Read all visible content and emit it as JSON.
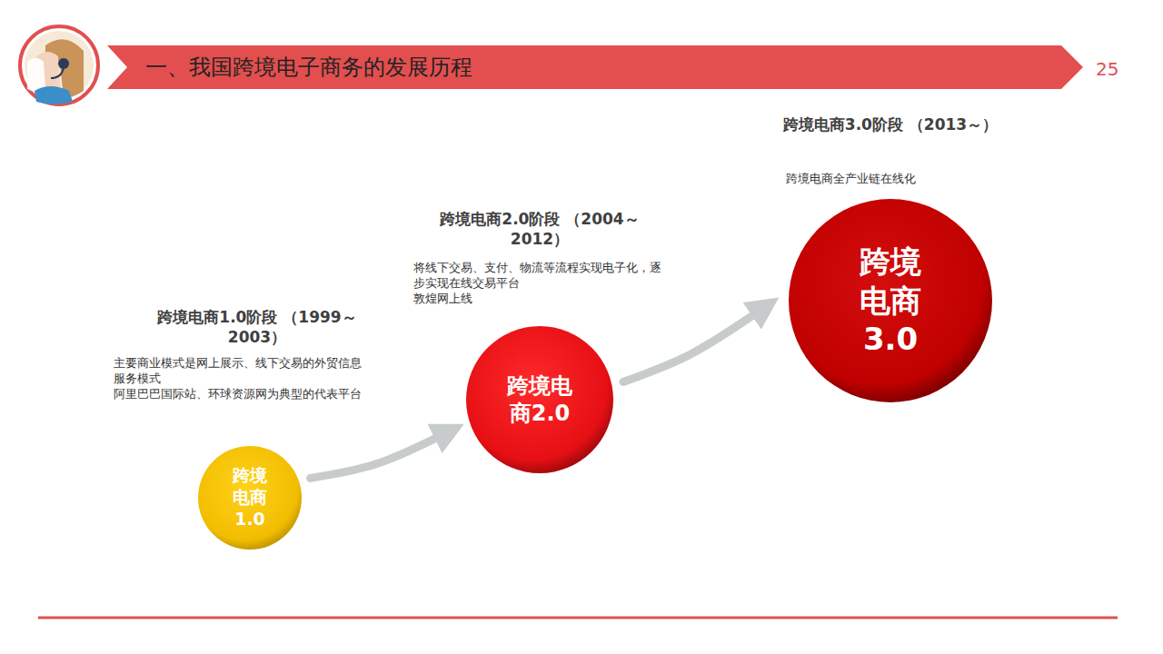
{
  "diagram": {
    "title": "一、我国跨境电子商务的发展历程",
    "nodes": [
      {
        "text": [
          "跨境电商1.0",
          "跨境电商1.0阶段 （1999～2003）",
          "主要商业模式是网上展示、线下交易的外贸信息服务模式",
          "阿里巴巴国际站、环球资源网为典型的代表平台"
        ]
      },
      {
        "text": [
          "跨境电商2.0",
          "跨境电商2.0阶段 （2004～2012）",
          "将线下交易、支付、物流等流程实现电子化，逐步实现在线交易平台",
          "敦煌网上线"
        ]
      },
      {
        "text": [
          "跨境电商3.0",
          "跨境电商3.0阶段 （2013～）",
          "跨境电商全产业链在线化"
        ]
      }
    ],
    "edges": [
      {
        "from": 0,
        "to": 1,
        "arrow": "to"
      },
      {
        "from": 1,
        "to": 2,
        "arrow": "to"
      }
    ],
    "labels": [
      "25"
    ]
  }
}
